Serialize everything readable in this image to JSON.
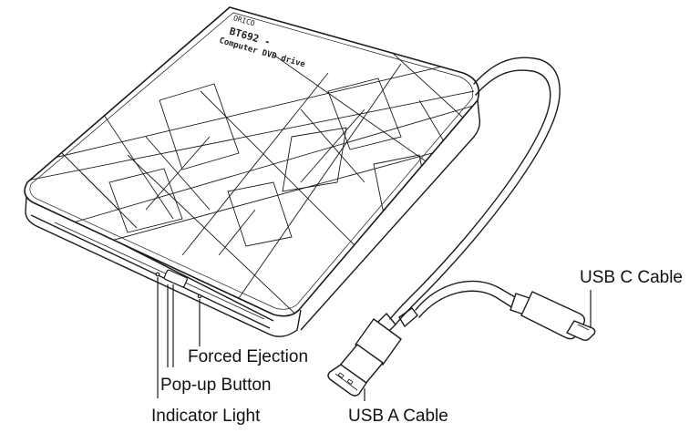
{
  "device": {
    "brand": "ORICO",
    "model_line": "BT692 -",
    "description_line": "Computer DVD drive"
  },
  "callouts": {
    "usb_c": "USB C Cable",
    "forced_ejection": "Forced Ejection",
    "popup_button": "Pop-up Button",
    "indicator_light": "Indicator Light",
    "usb_a": "USB A Cable"
  },
  "colors": {
    "line": "#1a1a1a",
    "background": "#ffffff"
  }
}
